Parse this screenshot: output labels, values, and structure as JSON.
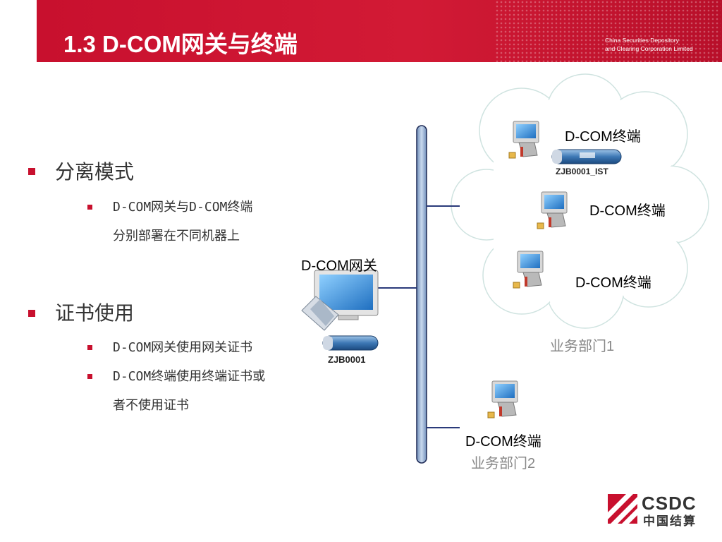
{
  "header": {
    "title": "1.3 D-COM网关与终端",
    "org_line1": "China Securities Depository",
    "org_line2": "and Clearing Corporation Limited"
  },
  "left_panel": {
    "section1": {
      "heading": "分离模式",
      "items": [
        "D-COM网关与D-COM终端",
        "分别部署在不同机器上"
      ]
    },
    "section2": {
      "heading": "证书使用",
      "items": [
        "D-COM网关使用网关证书",
        "D-COM终端使用终端证书或",
        "者不使用证书"
      ]
    }
  },
  "diagram": {
    "gateway_label": "D-COM网关",
    "gateway_token": "ZJB0001",
    "terminal_label": "D-COM终端",
    "terminal1_token": "ZJB0001_IST",
    "dept1": "业务部门1",
    "dept2": "业务部门2"
  },
  "logo": {
    "name": "CSDC",
    "cn": "中国结算"
  },
  "colors": {
    "header_red": "#c8102e",
    "bus_blue": "#9db7d8",
    "line_navy": "#2a3a7a"
  }
}
